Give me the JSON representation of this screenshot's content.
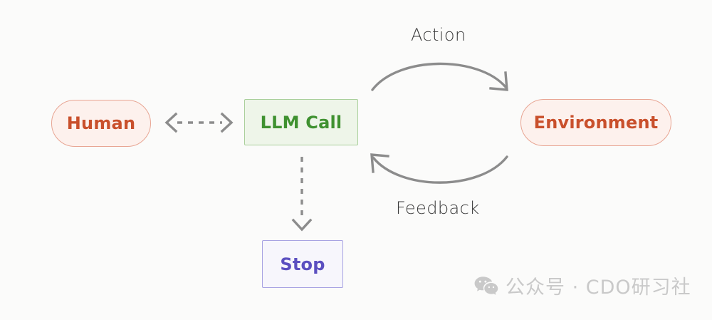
{
  "diagram": {
    "background_color": "#fbfbfa",
    "nodes": [
      {
        "id": "human",
        "label": "Human",
        "shape": "pill",
        "fill": "#fdf1ed",
        "stroke": "#e8a593",
        "text_color": "#c9502c"
      },
      {
        "id": "llm_call",
        "label": "LLM Call",
        "shape": "rectangle",
        "fill": "#eef5e9",
        "stroke": "#a9cf9a",
        "text_color": "#3f9130"
      },
      {
        "id": "environment",
        "label": "Environment",
        "shape": "pill",
        "fill": "#fdf1ed",
        "stroke": "#e8a593",
        "text_color": "#c9502c"
      },
      {
        "id": "stop",
        "label": "Stop",
        "shape": "rectangle",
        "fill": "#f7f6fc",
        "stroke": "#a7a2e2",
        "text_color": "#5b4fc0"
      }
    ],
    "edges": [
      {
        "id": "human-llm",
        "from": "human",
        "to": "llm_call",
        "label": "",
        "style": "dashed",
        "direction": "bidirectional",
        "color": "#8c8c8c"
      },
      {
        "id": "llm-stop",
        "from": "llm_call",
        "to": "stop",
        "label": "",
        "style": "dashed",
        "direction": "forward",
        "color": "#8c8c8c"
      },
      {
        "id": "action",
        "from": "llm_call",
        "to": "environment",
        "label": "Action",
        "style": "solid-arc",
        "direction": "forward",
        "color": "#8c8c8c"
      },
      {
        "id": "feedback",
        "from": "environment",
        "to": "llm_call",
        "label": "Feedback",
        "style": "solid-arc",
        "direction": "forward",
        "color": "#8c8c8c"
      }
    ],
    "edge_labels": {
      "action": "Action",
      "feedback": "Feedback"
    }
  },
  "watermark": {
    "icon": "wechat-icon",
    "text": "公众号 · CDO研习社",
    "color": "#c9c9c9"
  }
}
